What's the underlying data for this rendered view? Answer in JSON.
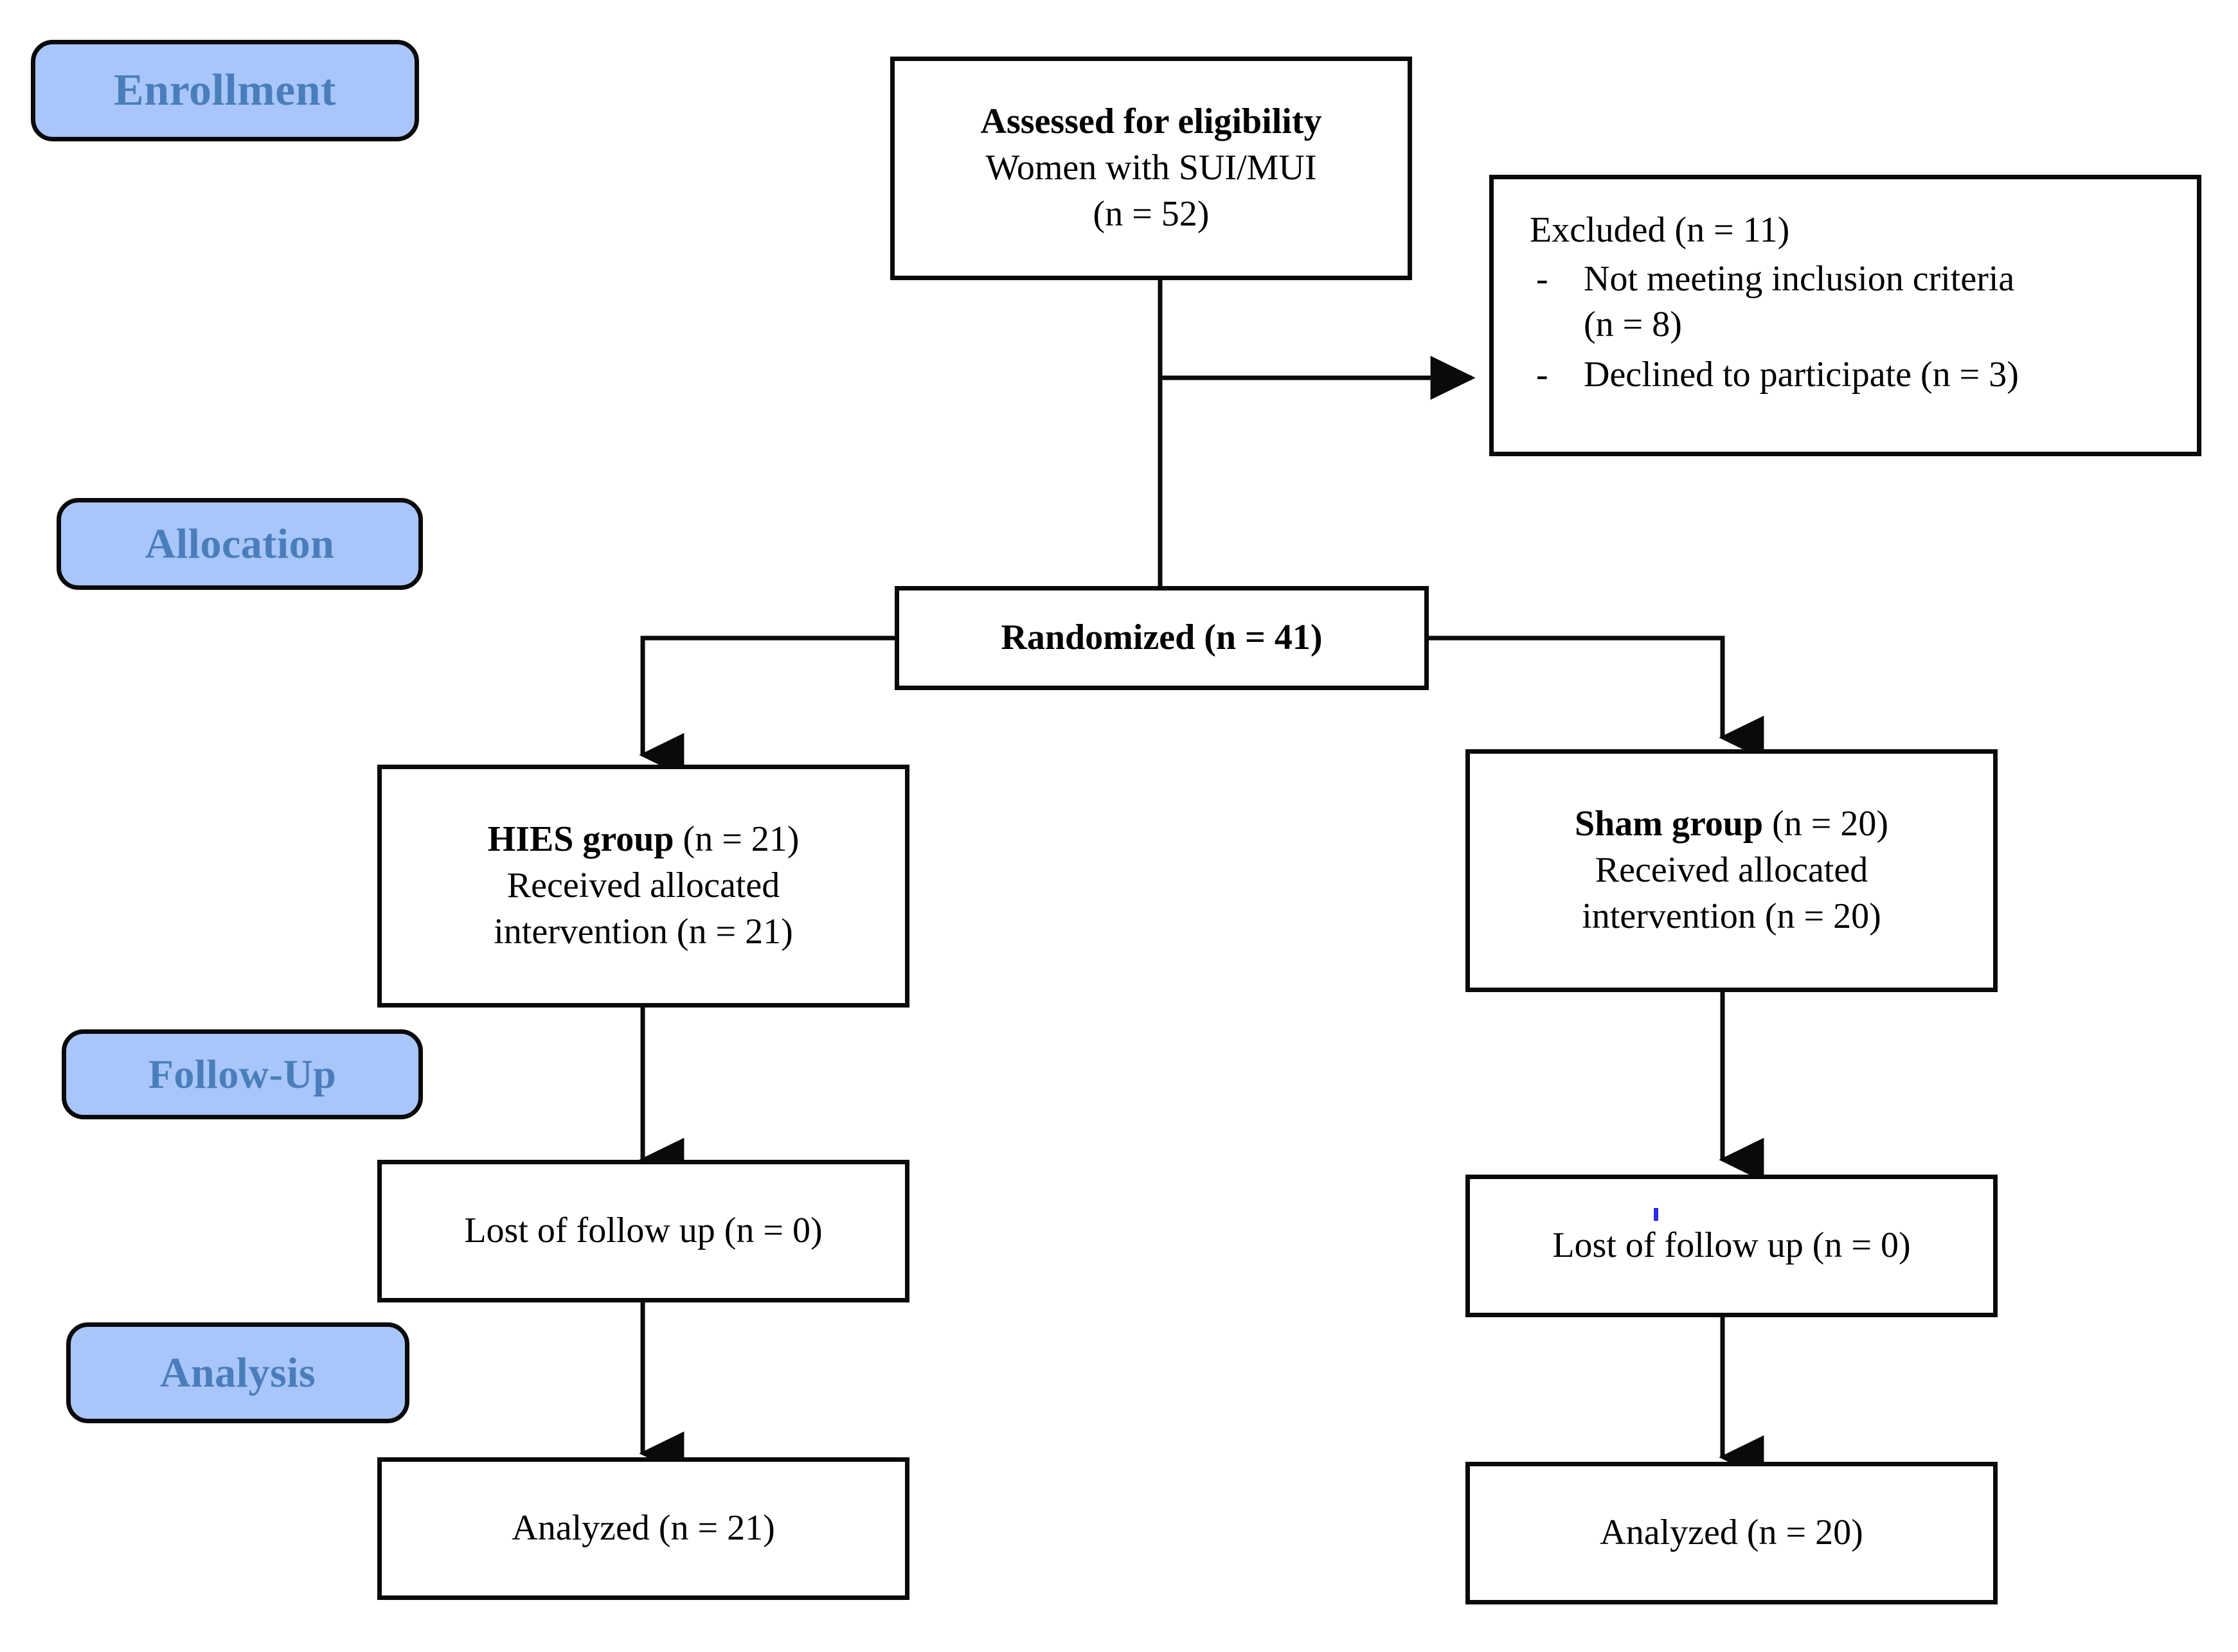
{
  "diagram": {
    "title": "CONSORT participant flow diagram",
    "accent_color": "#a8c6fa",
    "label_text_color": "#4a7ebb",
    "line_color": "#0a0a0a"
  },
  "stages": [
    {
      "id": "enrollment",
      "label": "Enrollment"
    },
    {
      "id": "allocation",
      "label": "Allocation"
    },
    {
      "id": "followup",
      "label": "Follow-Up"
    },
    {
      "id": "analysis",
      "label": "Analysis"
    }
  ],
  "nodes": {
    "assessed": {
      "line1": "Assessed for eligibility",
      "line2": "Women with SUI/MUI",
      "line3": "(n = 52)"
    },
    "excluded": {
      "title": "Excluded (n = 11)",
      "bullet": "-",
      "items": [
        {
          "text_line1": "Not meeting inclusion criteria",
          "text_line2": "(n = 8)"
        },
        {
          "text_line1": "Declined to participate (n = 3)",
          "text_line2": ""
        }
      ]
    },
    "randomized": {
      "label": "Randomized (n = 41)"
    },
    "hies_group": {
      "title_bold": "HIES group",
      "title_rest": " (n = 21)",
      "line2": "Received allocated",
      "line3": "intervention (n = 21)"
    },
    "sham_group": {
      "title_bold": "Sham group",
      "title_rest": " (n = 20)",
      "line2": "Received allocated",
      "line3": "intervention (n = 20)"
    },
    "lost_left": {
      "label": "Lost of follow up (n = 0)"
    },
    "lost_right": {
      "label": "Lost of follow up (n = 0)"
    },
    "analyzed_left": {
      "label": "Analyzed (n = 21)"
    },
    "analyzed_right": {
      "label": "Analyzed (n = 20)"
    }
  },
  "chart_data": {
    "type": "diagram",
    "flow": [
      {
        "from": "assessed",
        "to": "excluded",
        "kind": "elbow-right-arrow"
      },
      {
        "from": "assessed",
        "to": "randomized",
        "kind": "straight-down"
      },
      {
        "from": "randomized",
        "to": "hies_group",
        "kind": "elbow-left-down-arrow"
      },
      {
        "from": "randomized",
        "to": "sham_group",
        "kind": "elbow-right-down-arrow"
      },
      {
        "from": "hies_group",
        "to": "lost_left",
        "kind": "straight-down-arrow"
      },
      {
        "from": "sham_group",
        "to": "lost_right",
        "kind": "straight-down-arrow"
      },
      {
        "from": "lost_left",
        "to": "analyzed_left",
        "kind": "straight-down-arrow"
      },
      {
        "from": "lost_right",
        "to": "analyzed_right",
        "kind": "straight-down-arrow"
      }
    ],
    "counts": {
      "assessed": 52,
      "excluded_total": 11,
      "excluded_not_meeting_criteria": 8,
      "excluded_declined": 3,
      "randomized": 41,
      "hies_allocated": 21,
      "hies_received": 21,
      "sham_allocated": 20,
      "sham_received": 20,
      "hies_lost": 0,
      "sham_lost": 0,
      "hies_analyzed": 21,
      "sham_analyzed": 20
    }
  }
}
